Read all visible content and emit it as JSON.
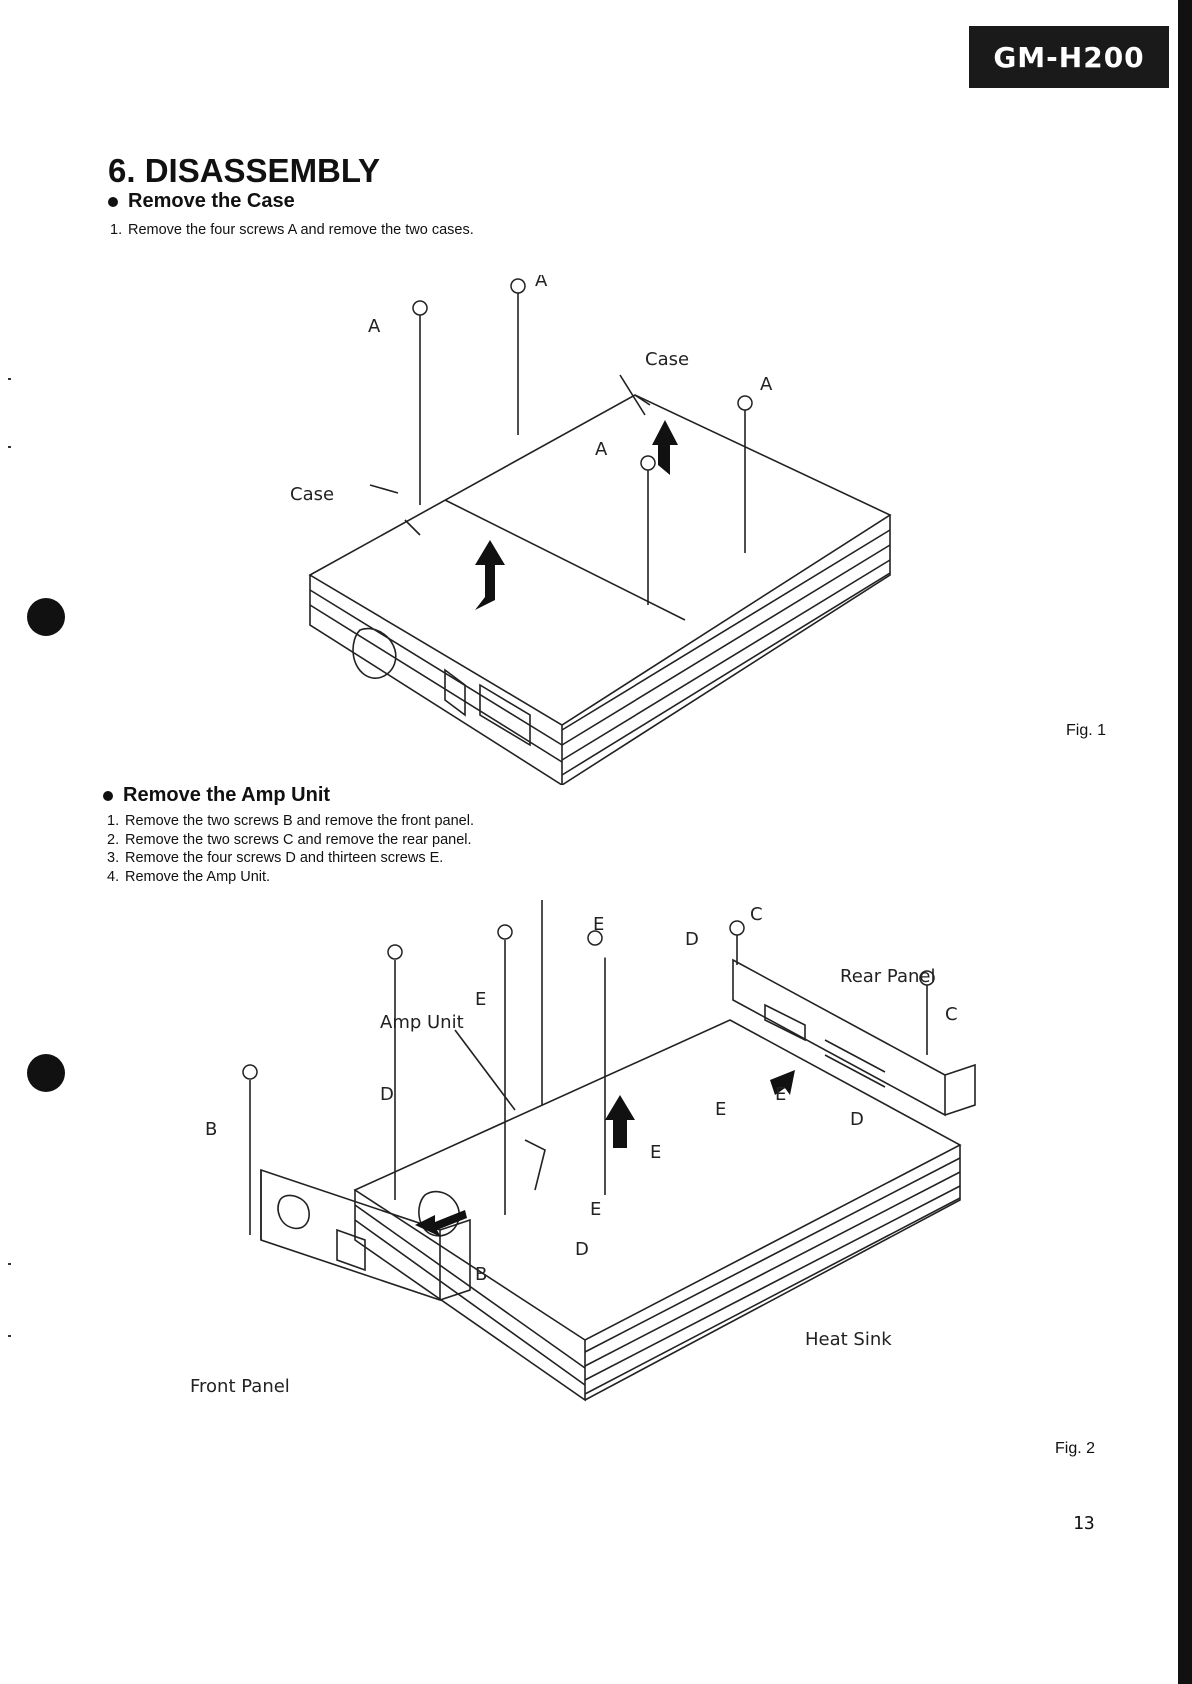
{
  "header": {
    "model": "GM-H200"
  },
  "title": "6. DISASSEMBLY",
  "sections": [
    {
      "heading": "Remove the Case",
      "steps": [
        "Remove the four screws A and remove the two cases."
      ]
    },
    {
      "heading": "Remove the Amp Unit",
      "steps": [
        "Remove the two screws B and remove the front panel.",
        "Remove the two screws C and remove the rear panel.",
        "Remove the four screws D and thirteen screws E.",
        "Remove the Amp Unit."
      ]
    }
  ],
  "figures": [
    {
      "label": "Fig. 1",
      "callouts": {
        "screw": "A",
        "case1": "Case",
        "case2": "Case"
      }
    },
    {
      "label": "Fig. 2",
      "callouts": {
        "screw_b": "B",
        "screw_c": "C",
        "screw_d": "D",
        "screw_e": "E",
        "rear_panel": "Rear Panel",
        "amp_unit": "Amp Unit",
        "front_panel": "Front Panel",
        "heat_sink": "Heat Sink"
      }
    }
  ],
  "page_number": "13"
}
